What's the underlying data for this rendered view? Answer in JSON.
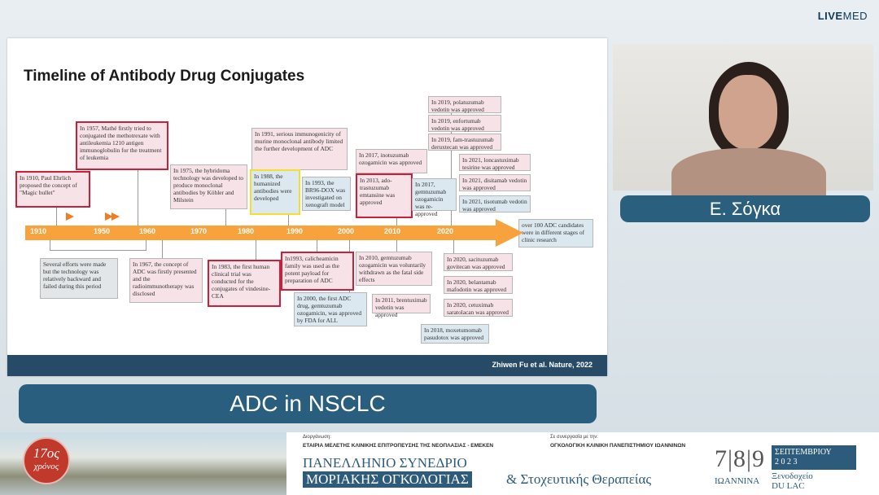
{
  "brand": {
    "live": "LIVE",
    "med": "MED"
  },
  "slide": {
    "title": "Timeline of Antibody Drug Conjugates",
    "citation": "Zhiwen Fu et al. Nature, 2022",
    "years": [
      "1910",
      "1950",
      "1960",
      "1970",
      "1980",
      "1990",
      "2000",
      "2010",
      "2020"
    ],
    "events": {
      "e1910": "In 1910, Paul Ehrlich proposed the concept of \"Magic bullet\"",
      "e1957": "In 1957, Mathé firstly tried to conjugated the methotrexate with antileukemia 1210 antigen immunoglobulin for the treatment of leukemia",
      "e1975": "In 1975, the hybridoma technology was developed to produce monoclonal antibodies by Köhler and Milstein",
      "e1991": "In 1991, serious immunogenicity of murine monoclonal antibody limited the further development of ADC",
      "e1988": "In 1988, the humanized antibodies were developed",
      "e1993b": "In 1993, the BR96-DOX was investigated on xenograft model",
      "e2017a": "In 2017, inotuzumab ozogamicin was approved",
      "e2013": "In 2013, ado-trastuzumab emtansine was approved",
      "e2017b": "In 2017, gemtuzumab ozogamicin was re-approved",
      "e2019a": "In 2019, polatuzumab vedotin was approved",
      "e2019b": "In 2019, enfortumab vedotin was approved",
      "e2019c": "In 2019, fam-trastuzumab deruxtecan was approved",
      "e2021a": "In 2021, loncastuximab tesirine was approved",
      "e2021b": "In 2021, disitamab vedotin was approved",
      "e2021c": "In 2021, tisotumab vedotin was approved",
      "over100": "over 100 ADC candidates were in different stages of clinic research",
      "early": "Several efforts were made but the technology was relatively backward and failed during this period",
      "e1967": "In 1967, the concept of ADC was firstly presented and the radioimmunotherapy was disclosed",
      "e1983": "In 1983, the first human clinical trial was conducted for the conjugates of vindesine-CEA",
      "e1993a": "In1993, calicheamicin family was used as the potent payload for preparation of ADC",
      "e2010": "In 2010, gemtuzumab ozogamicin was voluntarily withdrawn as the fatal side effects",
      "e2000": "In 2000, the first ADC drug, gemtuzumab ozogamicin, was approved by FDA for ALL",
      "e2011": "In 2011, brentuximab vedotin was approved",
      "e2018": "In 2018, moxetumomab pasudotox was approved",
      "e2020a": "In 2020, sacituzumab govitecan was approved",
      "e2020b": "In 2020, belantamab mafodotin was approved",
      "e2020c": "In 2020, cetuximab saratolacan was approved"
    }
  },
  "speaker": {
    "name": "Ε. Σόγκα"
  },
  "banner": {
    "title": "ADC in NSCLC"
  },
  "footer": {
    "seal_number": "17ος",
    "seal_text": "χρόνος",
    "org_label": "Διοργάνωση:",
    "org_name": "ΕΤΑΙΡΙΑ ΜΕΛΕΤΗΣ ΚΛΙΝΙΚΗΣ ΕΠΙΤΡΟΠΕΥΣΗΣ ΤΗΣ ΝΕΟΠΛΑΣΙΑΣ - ΕΜΕΚΕΝ",
    "coop_label": "Σε συνεργασία με την:",
    "coop_name": "ΟΓΚΟΛΟΓΙΚΗ ΚΛΙΝΙΚΗ ΠΑΝΕΠΙΣΤΗΜΙΟΥ ΙΩΑΝΝΙΝΩΝ",
    "conf_line1": "ΠΑΝΕΛΛΗΝΙΟ ΣΥΝΕΔΡΙΟ",
    "conf_line2": "ΜΟΡΙΑΚΗΣ ΟΓΚΟΛΟΓΙΑΣ",
    "conf_line3": "& Στοχευτικής Θεραπείας",
    "dates": "7|8|9",
    "month": "ΣΕΠΤΕΜΒΡΙΟΥ",
    "year": "2 0 2 3",
    "city": "ΙΩΑΝΝΙΝΑ",
    "venue_line1": "Ξενοδοχείο",
    "venue_line2": "DU LAC"
  },
  "colors": {
    "timeline": "#f7a23c",
    "banner": "#2a5e7e",
    "highlight_red": "#cc1f3a",
    "highlight_yellow": "#f3e02e"
  }
}
